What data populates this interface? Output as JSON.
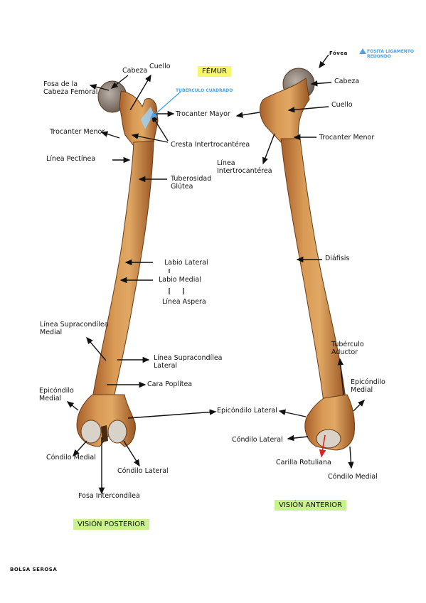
{
  "title": "FÉMUR",
  "views": {
    "posterior": "VISIÓN POSTERIOR",
    "anterior": "VISIÓN ANTERIOR"
  },
  "posterior_labels": {
    "cabeza": "Cabeza",
    "cuello": "Cuello",
    "fosa_cabeza": "Fosa de la\nCabeza Femoral",
    "tuberculo_cuadrado": "TUBÉRCULO\nCUADRADO",
    "trocanter_mayor": "Trocanter Mayor",
    "trocanter_menor": "Trocanter Menor",
    "cresta_intertrocanterea": "Cresta Intertrocantérea",
    "linea_pectinea": "Línea Pectínea",
    "tuberosidad_glutea": "Tuberosidad\nGlútea",
    "labio_lateral": "Labio Lateral",
    "labio_medial": "Labio Medial",
    "linea_aspera": "Línea Aspera",
    "linea_supracondilea_medial": "Línea Supracondílea\nMedial",
    "linea_supracondilea_lateral": "Línea Supracondílea\nLateral",
    "cara_poplitea": "Cara Poplítea",
    "epicondilo_medial": "Epicóndilo\nMedial",
    "epicondilo_lateral": "Epicóndilo Lateral",
    "condilo_medial": "Cóndilo Medial",
    "condilo_lateral": "Cóndilo Lateral",
    "fosa_intercondilea": "Fosa Intercondílea"
  },
  "anterior_labels": {
    "fovea": "Fóvea",
    "fosita_ligamento": "FOSITA LIGAMENTO\nREDONDO",
    "cabeza": "Cabeza",
    "cuello": "Cuello",
    "trocanter_menor": "Trocanter Menor",
    "linea_intertrocanterea": "Línea\nIntertrocantérea",
    "diafisis": "Diáfisis",
    "tuberculo_aductor": "Tubérculo\nAductor",
    "epicondilo_medial": "Epicóndilo\nMedial",
    "condilo_lateral": "Cóndilo Lateral",
    "carilla_rotuliana": "Carilla Rotuliana",
    "condilo_medial": "Cóndilo Medial"
  },
  "footer": "BOLSA SEROSA",
  "colors": {
    "bone": "#cf8a45",
    "bone_dark": "#8a4f22",
    "cartilage": "#c9bfb3",
    "title_bg": "#f7f76b",
    "view_bg": "#c9f38a",
    "note_blue": "#4aa3e8",
    "arrow_red": "#e02020"
  }
}
